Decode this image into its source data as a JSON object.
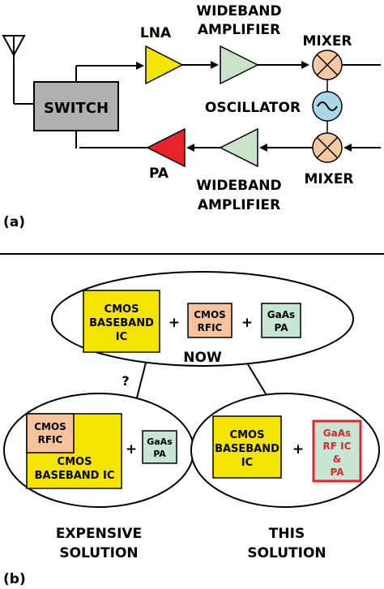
{
  "panel_a": {
    "label": "(a)",
    "switch_label": "SWITCH",
    "lna_label": "LNA",
    "pa_label": "PA",
    "wideband_top": [
      "WIDEBAND",
      "AMPLIFIER"
    ],
    "wideband_bottom": [
      "WIDEBAND",
      "AMPLIFIER"
    ],
    "mixer_top": "MIXER",
    "mixer_bottom": "MIXER",
    "oscillator": "OSCILLATOR"
  },
  "panel_b": {
    "label": "(b)",
    "now_label": "NOW",
    "question_mark": "?",
    "now_cmos_baseband": [
      "CMOS",
      "BASEBAND",
      "IC"
    ],
    "now_cmos_rfic": [
      "CMOS",
      "RFIC"
    ],
    "now_gaas_pa": [
      "GaAs",
      "PA"
    ],
    "plus": "+",
    "exp_cmos_rfic": [
      "CMOS",
      "RFIC"
    ],
    "exp_cmos_baseband": [
      "CMOS",
      "BASEBAND IC"
    ],
    "exp_gaas_pa": [
      "GaAs",
      "PA"
    ],
    "this_cmos_baseband": [
      "CMOS",
      "BASEBAND",
      "IC"
    ],
    "this_gaas_rf": [
      "GaAs",
      "RF IC",
      "&",
      "PA"
    ],
    "expensive_caption": [
      "EXPENSIVE",
      "SOLUTION"
    ],
    "this_caption": [
      "THIS",
      "SOLUTION"
    ]
  },
  "colors": {
    "yellow": "#f5e400",
    "green": "#c9e4c9",
    "red": "#e8232b",
    "switch_gray": "#b0b0b0",
    "mixer_orange": "#f6c9a3",
    "oscillator_blue": "#a8d8ea",
    "rfic_orange": "#f5c49c",
    "gaas_green": "#c8e6d4",
    "border_red": "#e8232b"
  }
}
